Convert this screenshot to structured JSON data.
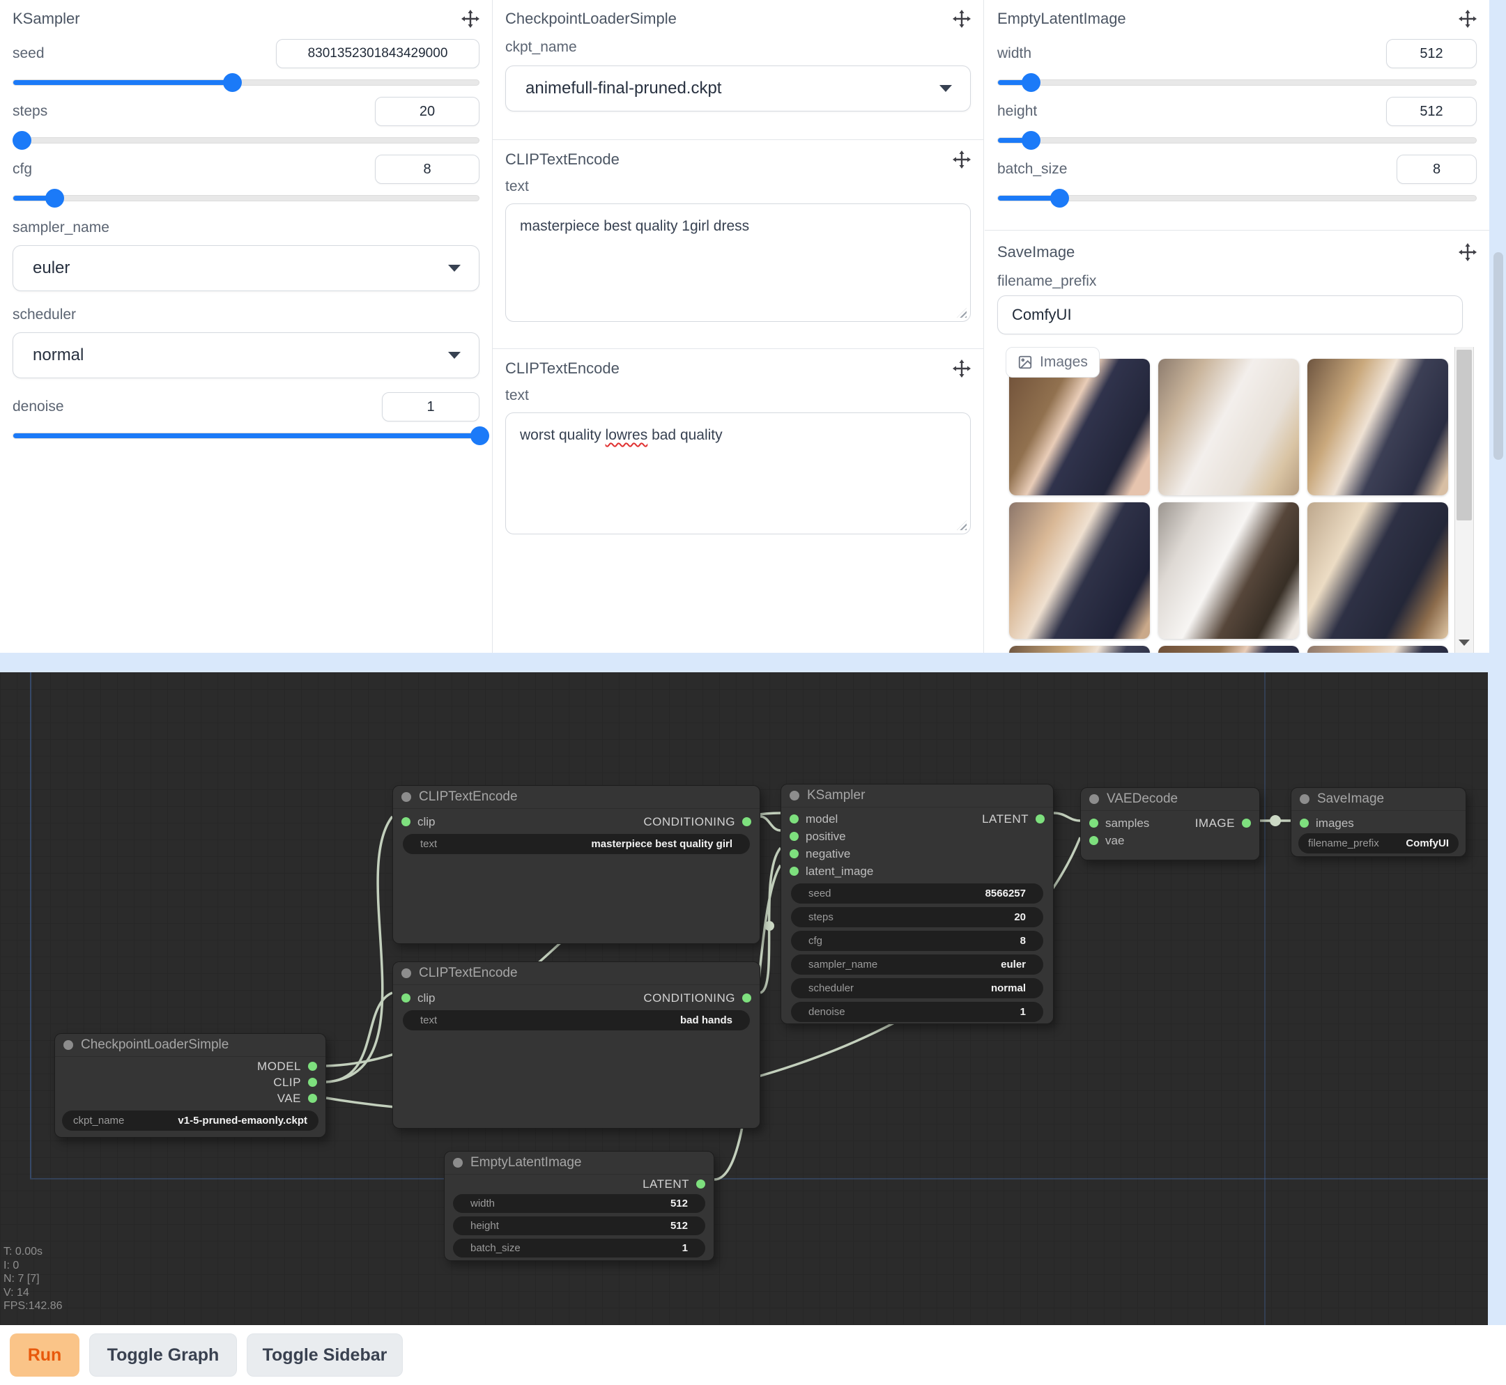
{
  "top": {
    "ksampler": {
      "title": "KSampler",
      "seed": {
        "label": "seed",
        "value": "8301352301843429000"
      },
      "steps": {
        "label": "steps",
        "value": "20"
      },
      "cfg": {
        "label": "cfg",
        "value": "8"
      },
      "sampler_name": {
        "label": "sampler_name",
        "value": "euler"
      },
      "scheduler": {
        "label": "scheduler",
        "value": "normal"
      },
      "denoise": {
        "label": "denoise",
        "value": "1"
      }
    },
    "checkpoint": {
      "title": "CheckpointLoaderSimple",
      "ckpt_name": {
        "label": "ckpt_name",
        "value": "animefull-final-pruned.ckpt"
      }
    },
    "clip_positive": {
      "title": "CLIPTextEncode",
      "text_label": "text",
      "value": "masterpiece best quality 1girl dress"
    },
    "clip_negative": {
      "title": "CLIPTextEncode",
      "text_label": "text",
      "value_before": "worst quality ",
      "misspelled": "lowres",
      "value_after": " bad quality"
    },
    "empty_latent": {
      "title": "EmptyLatentImage",
      "width": {
        "label": "width",
        "value": "512"
      },
      "height": {
        "label": "height",
        "value": "512"
      },
      "batch_size": {
        "label": "batch_size",
        "value": "8"
      }
    },
    "save_image": {
      "title": "SaveImage",
      "filename_prefix": {
        "label": "filename_prefix",
        "value": "ComfyUI"
      },
      "images_tab": "Images"
    }
  },
  "graph": {
    "nodes": {
      "clip1": {
        "title": "CLIPTextEncode",
        "input": "clip",
        "output": "CONDITIONING",
        "widget": {
          "name": "text",
          "value": "masterpiece best quality girl"
        }
      },
      "clip2": {
        "title": "CLIPTextEncode",
        "input": "clip",
        "output": "CONDITIONING",
        "widget": {
          "name": "text",
          "value": "bad hands"
        }
      },
      "ksampler": {
        "title": "KSampler",
        "inputs": [
          "model",
          "positive",
          "negative",
          "latent_image"
        ],
        "output": "LATENT",
        "widgets": [
          {
            "name": "seed",
            "value": "8566257"
          },
          {
            "name": "steps",
            "value": "20"
          },
          {
            "name": "cfg",
            "value": "8"
          },
          {
            "name": "sampler_name",
            "value": "euler"
          },
          {
            "name": "scheduler",
            "value": "normal"
          },
          {
            "name": "denoise",
            "value": "1"
          }
        ]
      },
      "vaedecode": {
        "title": "VAEDecode",
        "inputs": [
          "samples",
          "vae"
        ],
        "output": "IMAGE"
      },
      "saveimage": {
        "title": "SaveImage",
        "input": "images",
        "widget": {
          "name": "filename_prefix",
          "value": "ComfyUI"
        }
      },
      "checkpoint": {
        "title": "CheckpointLoaderSimple",
        "outputs": [
          "MODEL",
          "CLIP",
          "VAE"
        ],
        "widget": {
          "name": "ckpt_name",
          "value": "v1-5-pruned-emaonly.ckpt"
        }
      },
      "emptylatent": {
        "title": "EmptyLatentImage",
        "output": "LATENT",
        "widgets": [
          {
            "name": "width",
            "value": "512"
          },
          {
            "name": "height",
            "value": "512"
          },
          {
            "name": "batch_size",
            "value": "1"
          }
        ]
      }
    },
    "stats": {
      "t": "T: 0.00s",
      "i": "I: 0",
      "n": "N: 7 [7]",
      "v": "V: 14",
      "fps": "FPS:142.86"
    }
  },
  "toolbar": {
    "run": "Run",
    "toggle_graph": "Toggle Graph",
    "toggle_sidebar": "Toggle Sidebar"
  },
  "colors": {
    "accent_blue": "#1b7af8",
    "slot_green": "#7ee07e",
    "wire": "#ccd9c5",
    "run_bg": "#fac488",
    "run_text": "#e8590c",
    "page_bg": "#d9e8fb"
  }
}
